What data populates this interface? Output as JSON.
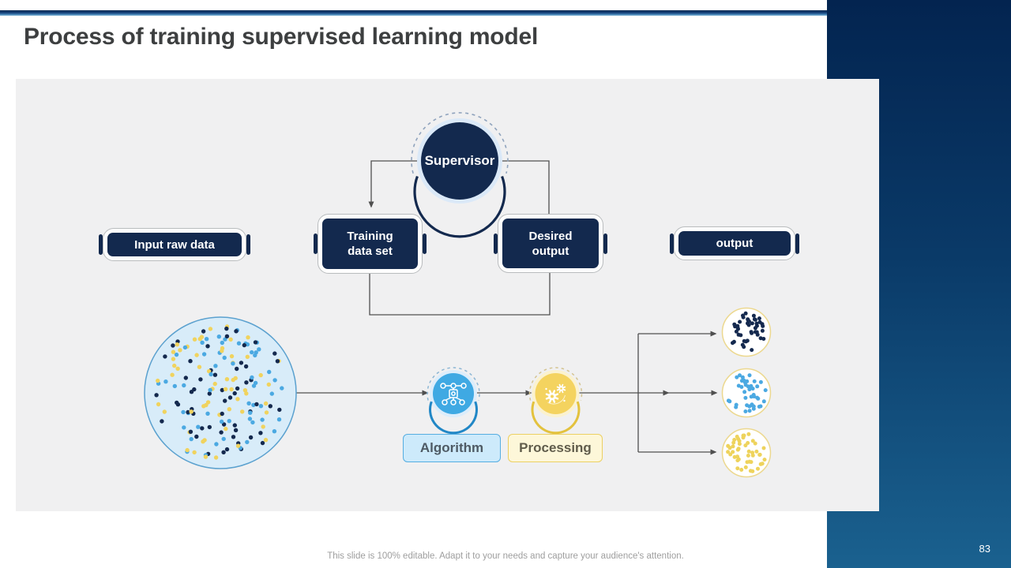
{
  "slide": {
    "title": "Process of training supervised learning model",
    "footer_note": "This slide is 100% editable. Adapt it to your needs and capture your audience's attention.",
    "page_number": "83"
  },
  "diagram": {
    "supervisor_label": "Supervisor",
    "boxes": {
      "input": {
        "label": "Input raw data"
      },
      "training": {
        "line1": "Training",
        "line2": "data set"
      },
      "desired": {
        "line1": "Desired",
        "line2": "output"
      },
      "output": {
        "label": "output"
      }
    },
    "chips": {
      "algorithm": "Algorithm",
      "processing": "Processing"
    },
    "data_circle": {
      "dot_count": 175,
      "dot_colors": [
        "#14294e",
        "#4ba9e2",
        "#f0d35e"
      ]
    },
    "output_circles": [
      {
        "name": "classified-navy",
        "dot_color": "#14294e",
        "dot_count": 44
      },
      {
        "name": "classified-blue",
        "dot_color": "#4ba9e2",
        "dot_count": 42
      },
      {
        "name": "classified-yellow",
        "dot_color": "#eed35c",
        "dot_count": 46
      }
    ],
    "colors": {
      "navy": "#13294e",
      "algorithm_blue": "#3fa9e3",
      "processing_yellow": "#f4d35f",
      "panel_gray": "#f0f0f1",
      "accent_line": "#14417a",
      "sidebar_top": "#032450",
      "sidebar_bottom": "#1a618f",
      "connector_gray": "#4f4f4f"
    }
  }
}
